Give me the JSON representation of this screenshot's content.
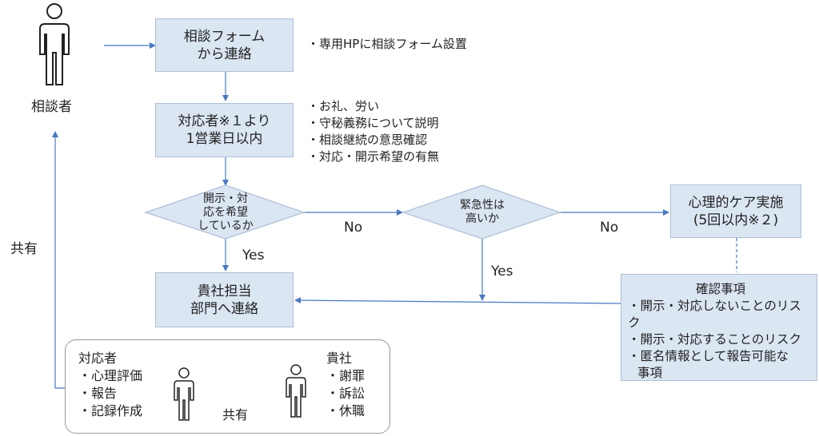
{
  "requester": {
    "label": "相談者"
  },
  "share_left": "共有",
  "boxes": {
    "form": [
      "相談フォーム",
      "から連絡"
    ],
    "responder": [
      "対応者※１より",
      "1営業日以内"
    ],
    "contact": [
      "貴社担当",
      "部門へ連絡"
    ],
    "care": [
      "心理的ケア実施",
      "(5回以内※２)"
    ]
  },
  "confirm": {
    "title": "確認事項",
    "items": [
      "・開示・対応しないことのリスク",
      "・開示・対応することのリスク",
      "・匿名情報として報告可能な",
      "事項"
    ]
  },
  "decisions": {
    "disclose": [
      "開示・対",
      "応を希望",
      "しているか"
    ],
    "urgent": [
      "緊急性は",
      "高いか"
    ]
  },
  "edge_labels": {
    "no1": "No",
    "no2": "No",
    "yes1": "Yes",
    "yes2": "Yes"
  },
  "notes": {
    "form": [
      "・専用HPに相談フォーム設置"
    ],
    "responder": [
      "・お礼、労い",
      "・守秘義務について説明",
      "・相談継続の意思確認",
      "・対応・開示希望の有無"
    ]
  },
  "legend": {
    "left_title": "対応者",
    "left_items": [
      "・心理評価",
      "・報告",
      "・記録作成"
    ],
    "right_title": "貴社",
    "right_items": [
      "・謝罪",
      "・訴訟",
      "・休職"
    ],
    "share": "共有"
  },
  "colors": {
    "box_fill": "#dbe6f3",
    "line": "#4a78c2",
    "arrow_fill": "#4472c4"
  }
}
